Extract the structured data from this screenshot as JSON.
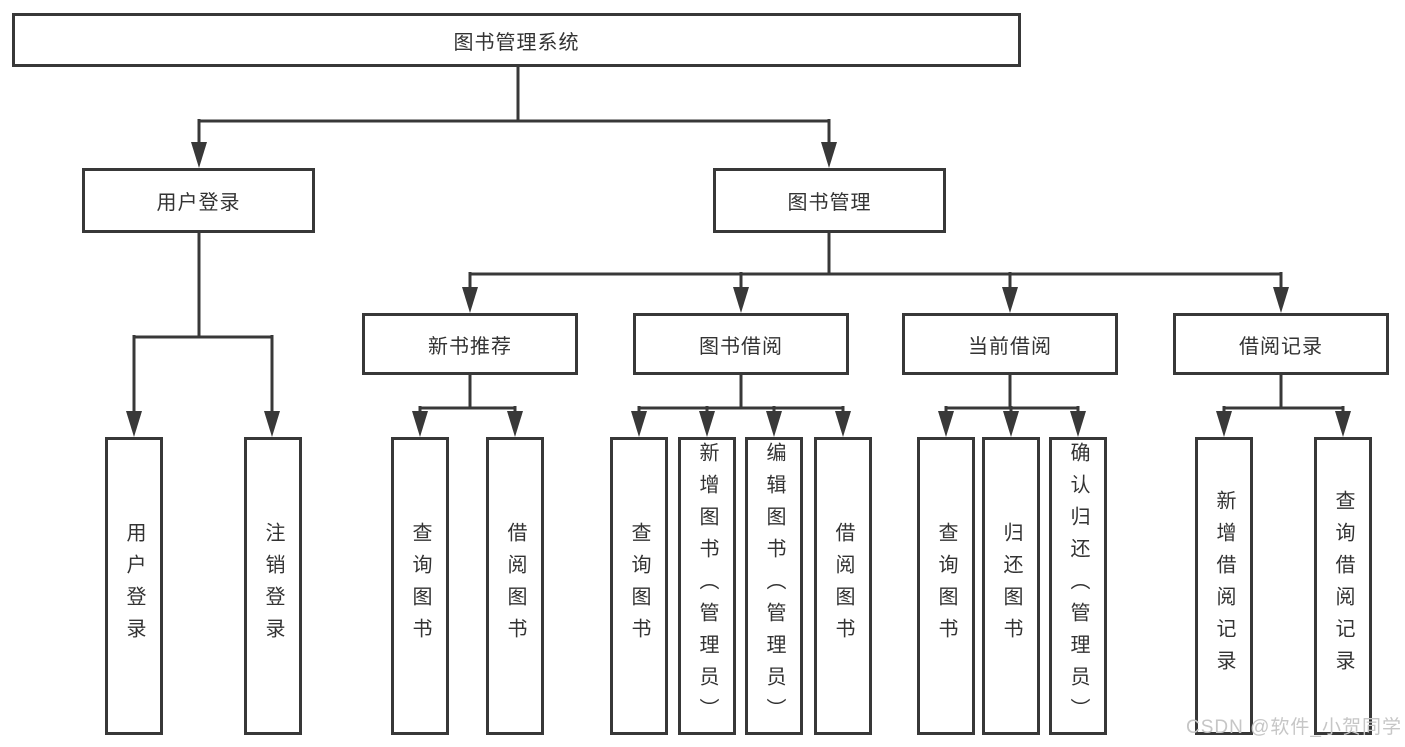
{
  "diagram_type": "function-structure-chart",
  "colors": {
    "line": "#383838",
    "box_border": "#383838",
    "text": "#333333",
    "background": "#ffffff",
    "watermark": "#c6c6c6"
  },
  "tree": {
    "label": "图书管理系统",
    "children": [
      {
        "label": "用户登录",
        "children": [
          {
            "label": "用户登录"
          },
          {
            "label": "注销登录"
          }
        ]
      },
      {
        "label": "图书管理",
        "children": [
          {
            "label": "新书推荐",
            "children": [
              {
                "label": "查询图书"
              },
              {
                "label": "借阅图书"
              }
            ]
          },
          {
            "label": "图书借阅",
            "children": [
              {
                "label": "查询图书"
              },
              {
                "label": "新增图书（管理员）"
              },
              {
                "label": "编辑图书（管理员）"
              },
              {
                "label": "借阅图书"
              }
            ]
          },
          {
            "label": "当前借阅",
            "children": [
              {
                "label": "查询图书"
              },
              {
                "label": "归还图书"
              },
              {
                "label": "确认归还（管理员）"
              }
            ]
          },
          {
            "label": "借阅记录",
            "children": [
              {
                "label": "新增借阅记录"
              },
              {
                "label": "查询借阅记录"
              }
            ]
          }
        ]
      }
    ]
  },
  "watermark": {
    "text": "CSDN @软件_小贺同学"
  }
}
